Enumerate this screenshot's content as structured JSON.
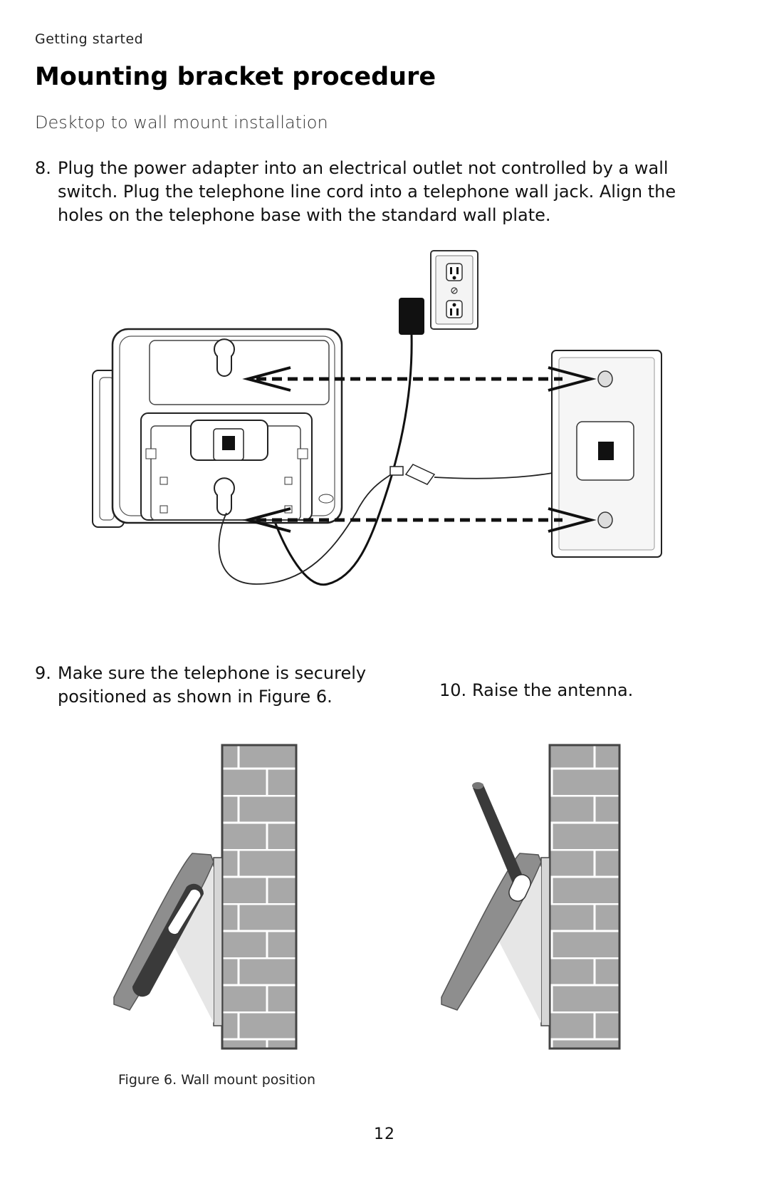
{
  "header": {
    "section_label": "Getting started",
    "title": "Mounting bracket procedure",
    "subtitle": "Desktop to wall mount installation"
  },
  "steps": [
    {
      "number": "8.",
      "text": "Plug the power adapter into an electrical outlet not controlled by a wall switch. Plug the telephone line cord into a telephone wall jack. Align the holes on the telephone base with the standard wall plate."
    },
    {
      "number": "9.",
      "text": "Make sure the telephone is securely positioned as shown in Figure 6."
    },
    {
      "number": "10.",
      "text": "Raise the antenna."
    }
  ],
  "figure": {
    "caption": "Figure 6.  Wall mount position"
  },
  "footer": {
    "page_number": "12"
  },
  "colors": {
    "brick_fill": "#a8a8a8",
    "phone_fill": "#9a9a9a",
    "line_dark": "#111111"
  }
}
